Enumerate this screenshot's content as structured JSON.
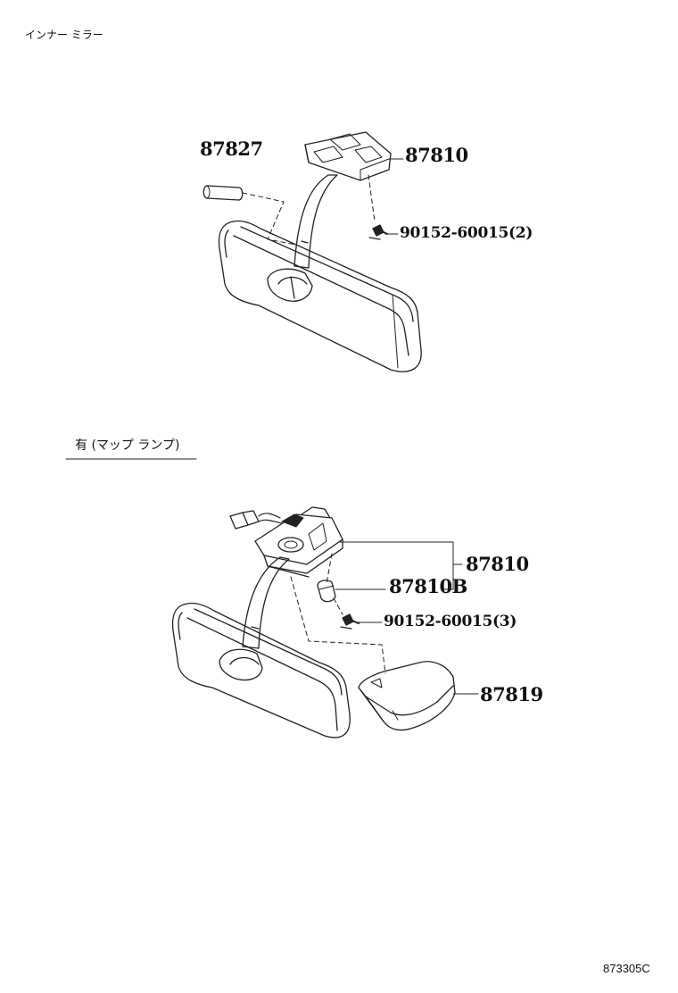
{
  "header": {
    "title": "インナー ミラー"
  },
  "section_b": {
    "title": "有 (マップ ランプ)"
  },
  "labels": {
    "a_87827": "87827",
    "a_87810": "87810",
    "a_bolt": "90152-60015(2)",
    "b_87810": "87810",
    "b_87810b": "87810B",
    "b_bolt": "90152-60015(3)",
    "b_87819": "87819"
  },
  "footer": {
    "code": "873305C"
  },
  "colors": {
    "line": "#222222",
    "bg": "#ffffff"
  }
}
